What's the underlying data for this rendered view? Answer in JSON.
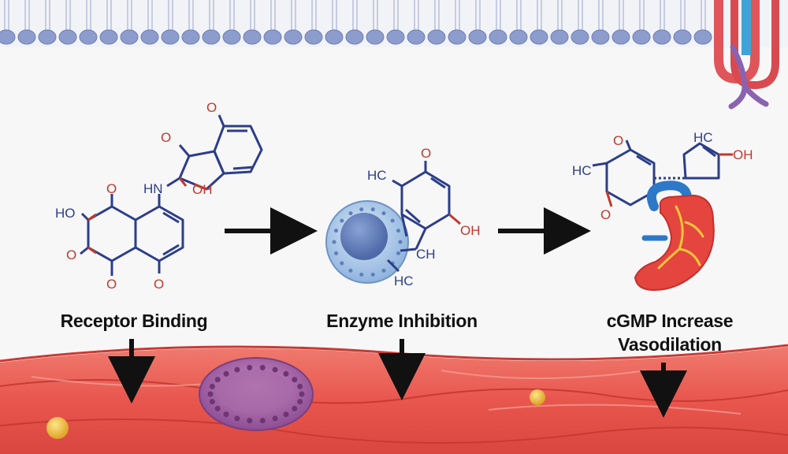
{
  "steps": [
    {
      "label": "Receptor Binding"
    },
    {
      "label": "Enzyme Inhibition"
    },
    {
      "label_line1": "cGMP Increase",
      "label_line2": "Vasodilation"
    }
  ],
  "molecule1": {
    "atoms": {
      "o_top": "O",
      "o_ketone": "O",
      "nh": "HN",
      "oh": "OH",
      "ho": "HO",
      "o_q1": "O",
      "o_q2": "O",
      "o_q3": "O",
      "o_q4": "O"
    }
  },
  "molecule2": {
    "atoms": {
      "hc": "HC",
      "o_top": "O",
      "oh": "OH",
      "ch": "CH",
      "hc_low": "HC"
    }
  },
  "molecule3": {
    "atoms": {
      "hc_left": "HC",
      "o_top": "O",
      "o_bottom": "O",
      "hc_right": "HC",
      "oh": "OH"
    }
  },
  "colors": {
    "oxygen": "#c0392b",
    "bond": "#2c3e8a",
    "arrow": "#111111",
    "vessel": "#e8564e",
    "membrane_head": "#8c9ccc",
    "cell": "#7ea7d8"
  }
}
